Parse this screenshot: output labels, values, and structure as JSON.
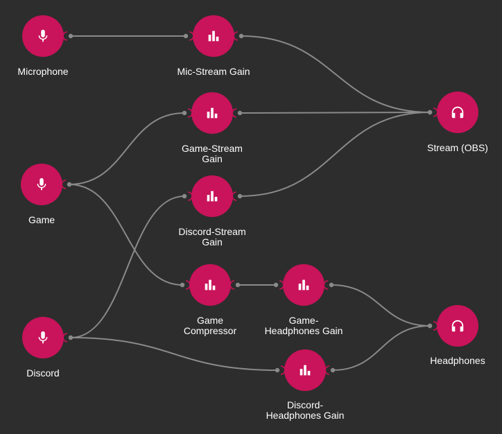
{
  "colors": {
    "background": "#2d2d2d",
    "node": "#c9135a",
    "wire": "#8a8a8a",
    "port_ring": "#c9135a",
    "label": "#ffffff"
  },
  "nodes": [
    {
      "id": "microphone",
      "kind": "source",
      "icon": "microphone-icon",
      "label": "Microphone"
    },
    {
      "id": "mic-stream-gain",
      "kind": "gain",
      "icon": "bar-chart-icon",
      "label": "Mic-Stream Gain"
    },
    {
      "id": "stream-obs",
      "kind": "sink",
      "icon": "headphones-icon",
      "label": "Stream (OBS)"
    },
    {
      "id": "game-stream-gain",
      "kind": "gain",
      "icon": "bar-chart-icon",
      "label": "Game-Stream\nGain"
    },
    {
      "id": "game",
      "kind": "source",
      "icon": "microphone-icon",
      "label": "Game"
    },
    {
      "id": "discord-stream-gain",
      "kind": "gain",
      "icon": "bar-chart-icon",
      "label": "Discord-Stream\nGain"
    },
    {
      "id": "game-compressor",
      "kind": "gain",
      "icon": "bar-chart-icon",
      "label": "Game\nCompressor"
    },
    {
      "id": "game-headphones-gain",
      "kind": "gain",
      "icon": "bar-chart-icon",
      "label": "Game-\nHeadphones Gain"
    },
    {
      "id": "headphones",
      "kind": "sink",
      "icon": "headphones-icon",
      "label": "Headphones"
    },
    {
      "id": "discord",
      "kind": "source",
      "icon": "microphone-icon",
      "label": "Discord"
    },
    {
      "id": "discord-headphones-gain",
      "kind": "gain",
      "icon": "bar-chart-icon",
      "label": "Discord-\nHeadphones Gain"
    }
  ],
  "connections": [
    {
      "from": "microphone",
      "to": "mic-stream-gain"
    },
    {
      "from": "mic-stream-gain",
      "to": "stream-obs"
    },
    {
      "from": "game",
      "to": "game-stream-gain"
    },
    {
      "from": "game-stream-gain",
      "to": "stream-obs"
    },
    {
      "from": "discord",
      "to": "discord-stream-gain"
    },
    {
      "from": "discord-stream-gain",
      "to": "stream-obs"
    },
    {
      "from": "game",
      "to": "game-compressor"
    },
    {
      "from": "game-compressor",
      "to": "game-headphones-gain"
    },
    {
      "from": "game-headphones-gain",
      "to": "headphones"
    },
    {
      "from": "discord",
      "to": "discord-headphones-gain"
    },
    {
      "from": "discord-headphones-gain",
      "to": "headphones"
    }
  ]
}
